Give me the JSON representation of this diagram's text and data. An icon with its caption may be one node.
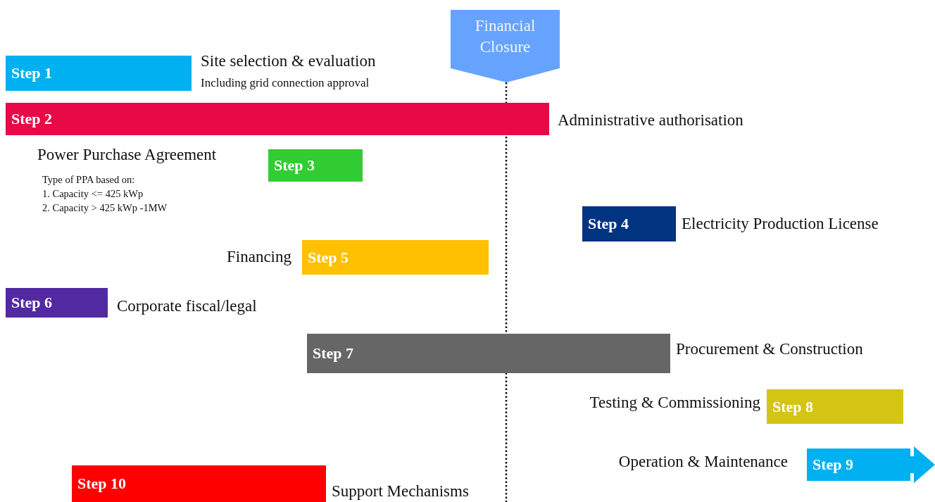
{
  "diagram": {
    "nodes": [
      {
        "text": [
          "Financial Closure"
        ]
      },
      {
        "text": [
          "Step 1"
        ],
        "beside": [
          "Site selection & evaluation",
          "Including grid connection approval"
        ]
      },
      {
        "text": [
          "Step 2"
        ],
        "beside": [
          "Administrative authorisation"
        ]
      },
      {
        "text": [
          "Step 3"
        ],
        "beside": [
          "Power Purchase Agreement",
          "Type of PPA based on:",
          "1.  Capacity <= 425 kWp",
          "2.  Capacity > 425 kWp -1MW"
        ]
      },
      {
        "text": [
          "Step 4"
        ],
        "beside": [
          "Electricity Production License"
        ]
      },
      {
        "text": [
          "Step 5"
        ],
        "beside": [
          "Financing"
        ]
      },
      {
        "text": [
          "Step 6"
        ],
        "beside": [
          "Corporate fiscal/legal"
        ]
      },
      {
        "text": [
          "Step 7"
        ],
        "beside": [
          "Procurement & Construction"
        ]
      },
      {
        "text": [
          "Step 8"
        ],
        "beside": [
          "Testing & Commissioning"
        ]
      },
      {
        "text": [
          "Step 9"
        ],
        "beside": [
          "Operation & Maintenance"
        ]
      },
      {
        "text": [
          "Step 10"
        ],
        "beside": [
          "Support Mechanisms"
        ]
      }
    ]
  }
}
